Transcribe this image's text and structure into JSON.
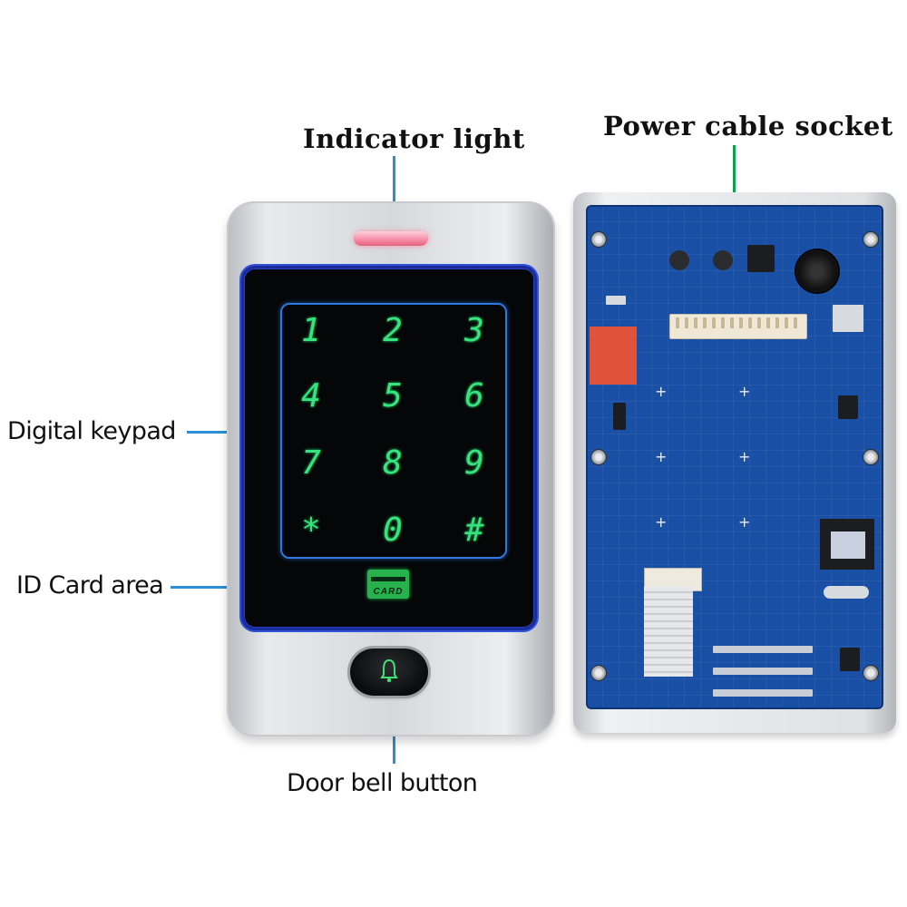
{
  "labels": {
    "indicator_light": "Indicator light",
    "power_cable_socket": "Power cable socket",
    "digital_keypad": "Digital keypad",
    "id_card_area": "ID Card area",
    "door_bell_button": "Door bell button"
  },
  "keypad": {
    "keys": [
      "1",
      "2",
      "3",
      "4",
      "5",
      "6",
      "7",
      "8",
      "9",
      "*",
      "0",
      "#"
    ],
    "card_text": "CARD"
  },
  "colors": {
    "leader_line_blue": "#2b8fd6",
    "leader_line_green": "#12a04a",
    "key_glow": "#36e37f",
    "pcb_blue": "#1a4fa6"
  }
}
